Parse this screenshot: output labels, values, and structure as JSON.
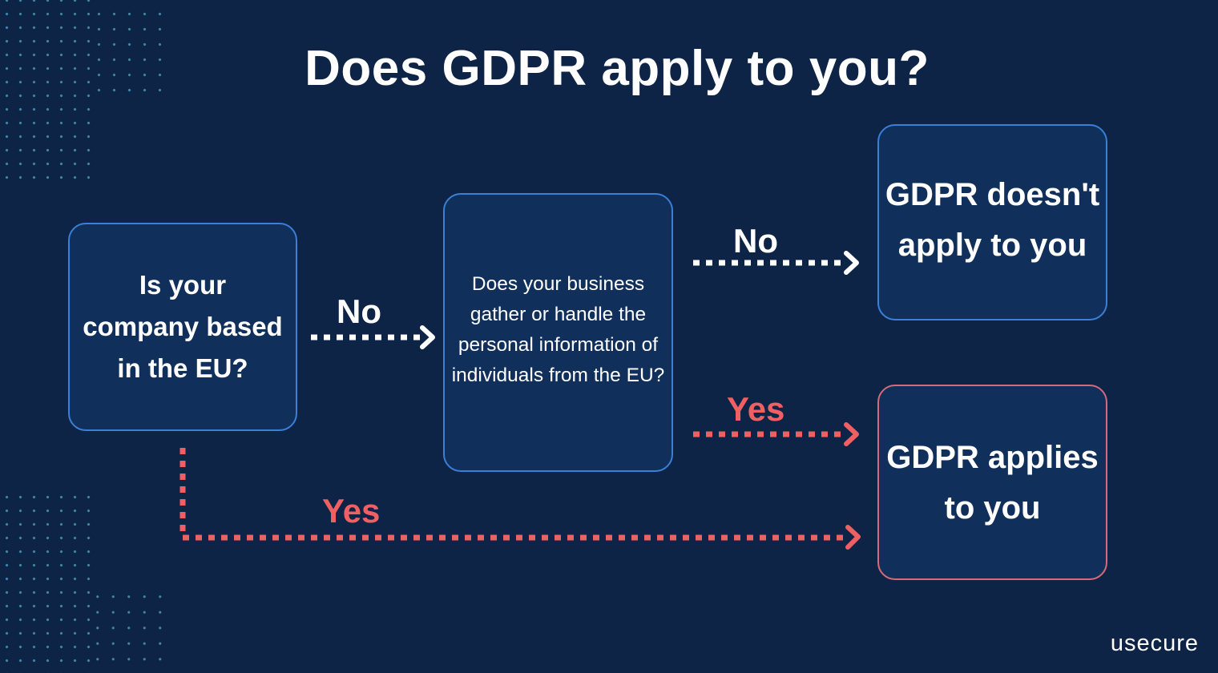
{
  "title": "Does GDPR apply to you?",
  "colors": {
    "background": "#0e2447",
    "box_fill": "#112f5b",
    "box_border_blue": "#3b7fd6",
    "box_border_red": "#d46a7a",
    "no_path": "#ffffff",
    "yes_path": "#ef6062",
    "dots": "#3f86a8"
  },
  "nodes": {
    "q1": {
      "type": "question",
      "text": "Is your company based in the EU?"
    },
    "q2": {
      "type": "question",
      "text": "Does your business gather or handle the personal information of individuals from the EU?"
    },
    "outcome_no": {
      "type": "outcome",
      "text": "GDPR doesn't apply to you"
    },
    "outcome_yes": {
      "type": "outcome",
      "text": "GDPR applies to you"
    }
  },
  "edges": [
    {
      "from": "q1",
      "to": "q2",
      "label": "No",
      "style": "dotted-white"
    },
    {
      "from": "q2",
      "to": "outcome_no",
      "label": "No",
      "style": "dotted-white"
    },
    {
      "from": "q2",
      "to": "outcome_yes",
      "label": "Yes",
      "style": "dotted-red"
    },
    {
      "from": "q1",
      "to": "outcome_yes",
      "label": "Yes",
      "style": "dotted-red"
    }
  ],
  "labels": {
    "q1_no": "No",
    "q2_no": "No",
    "q2_yes": "Yes",
    "q1_yes": "Yes"
  },
  "brand": "usecure"
}
